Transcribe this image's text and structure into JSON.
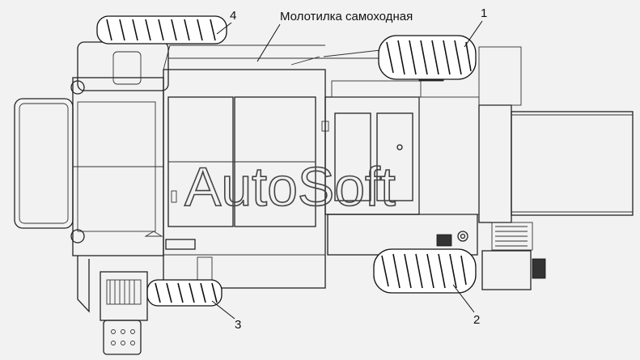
{
  "diagram": {
    "title": "Молотилка самоходная",
    "callouts": [
      "1",
      "2",
      "3",
      "4"
    ],
    "watermark": "AutoSoft"
  }
}
